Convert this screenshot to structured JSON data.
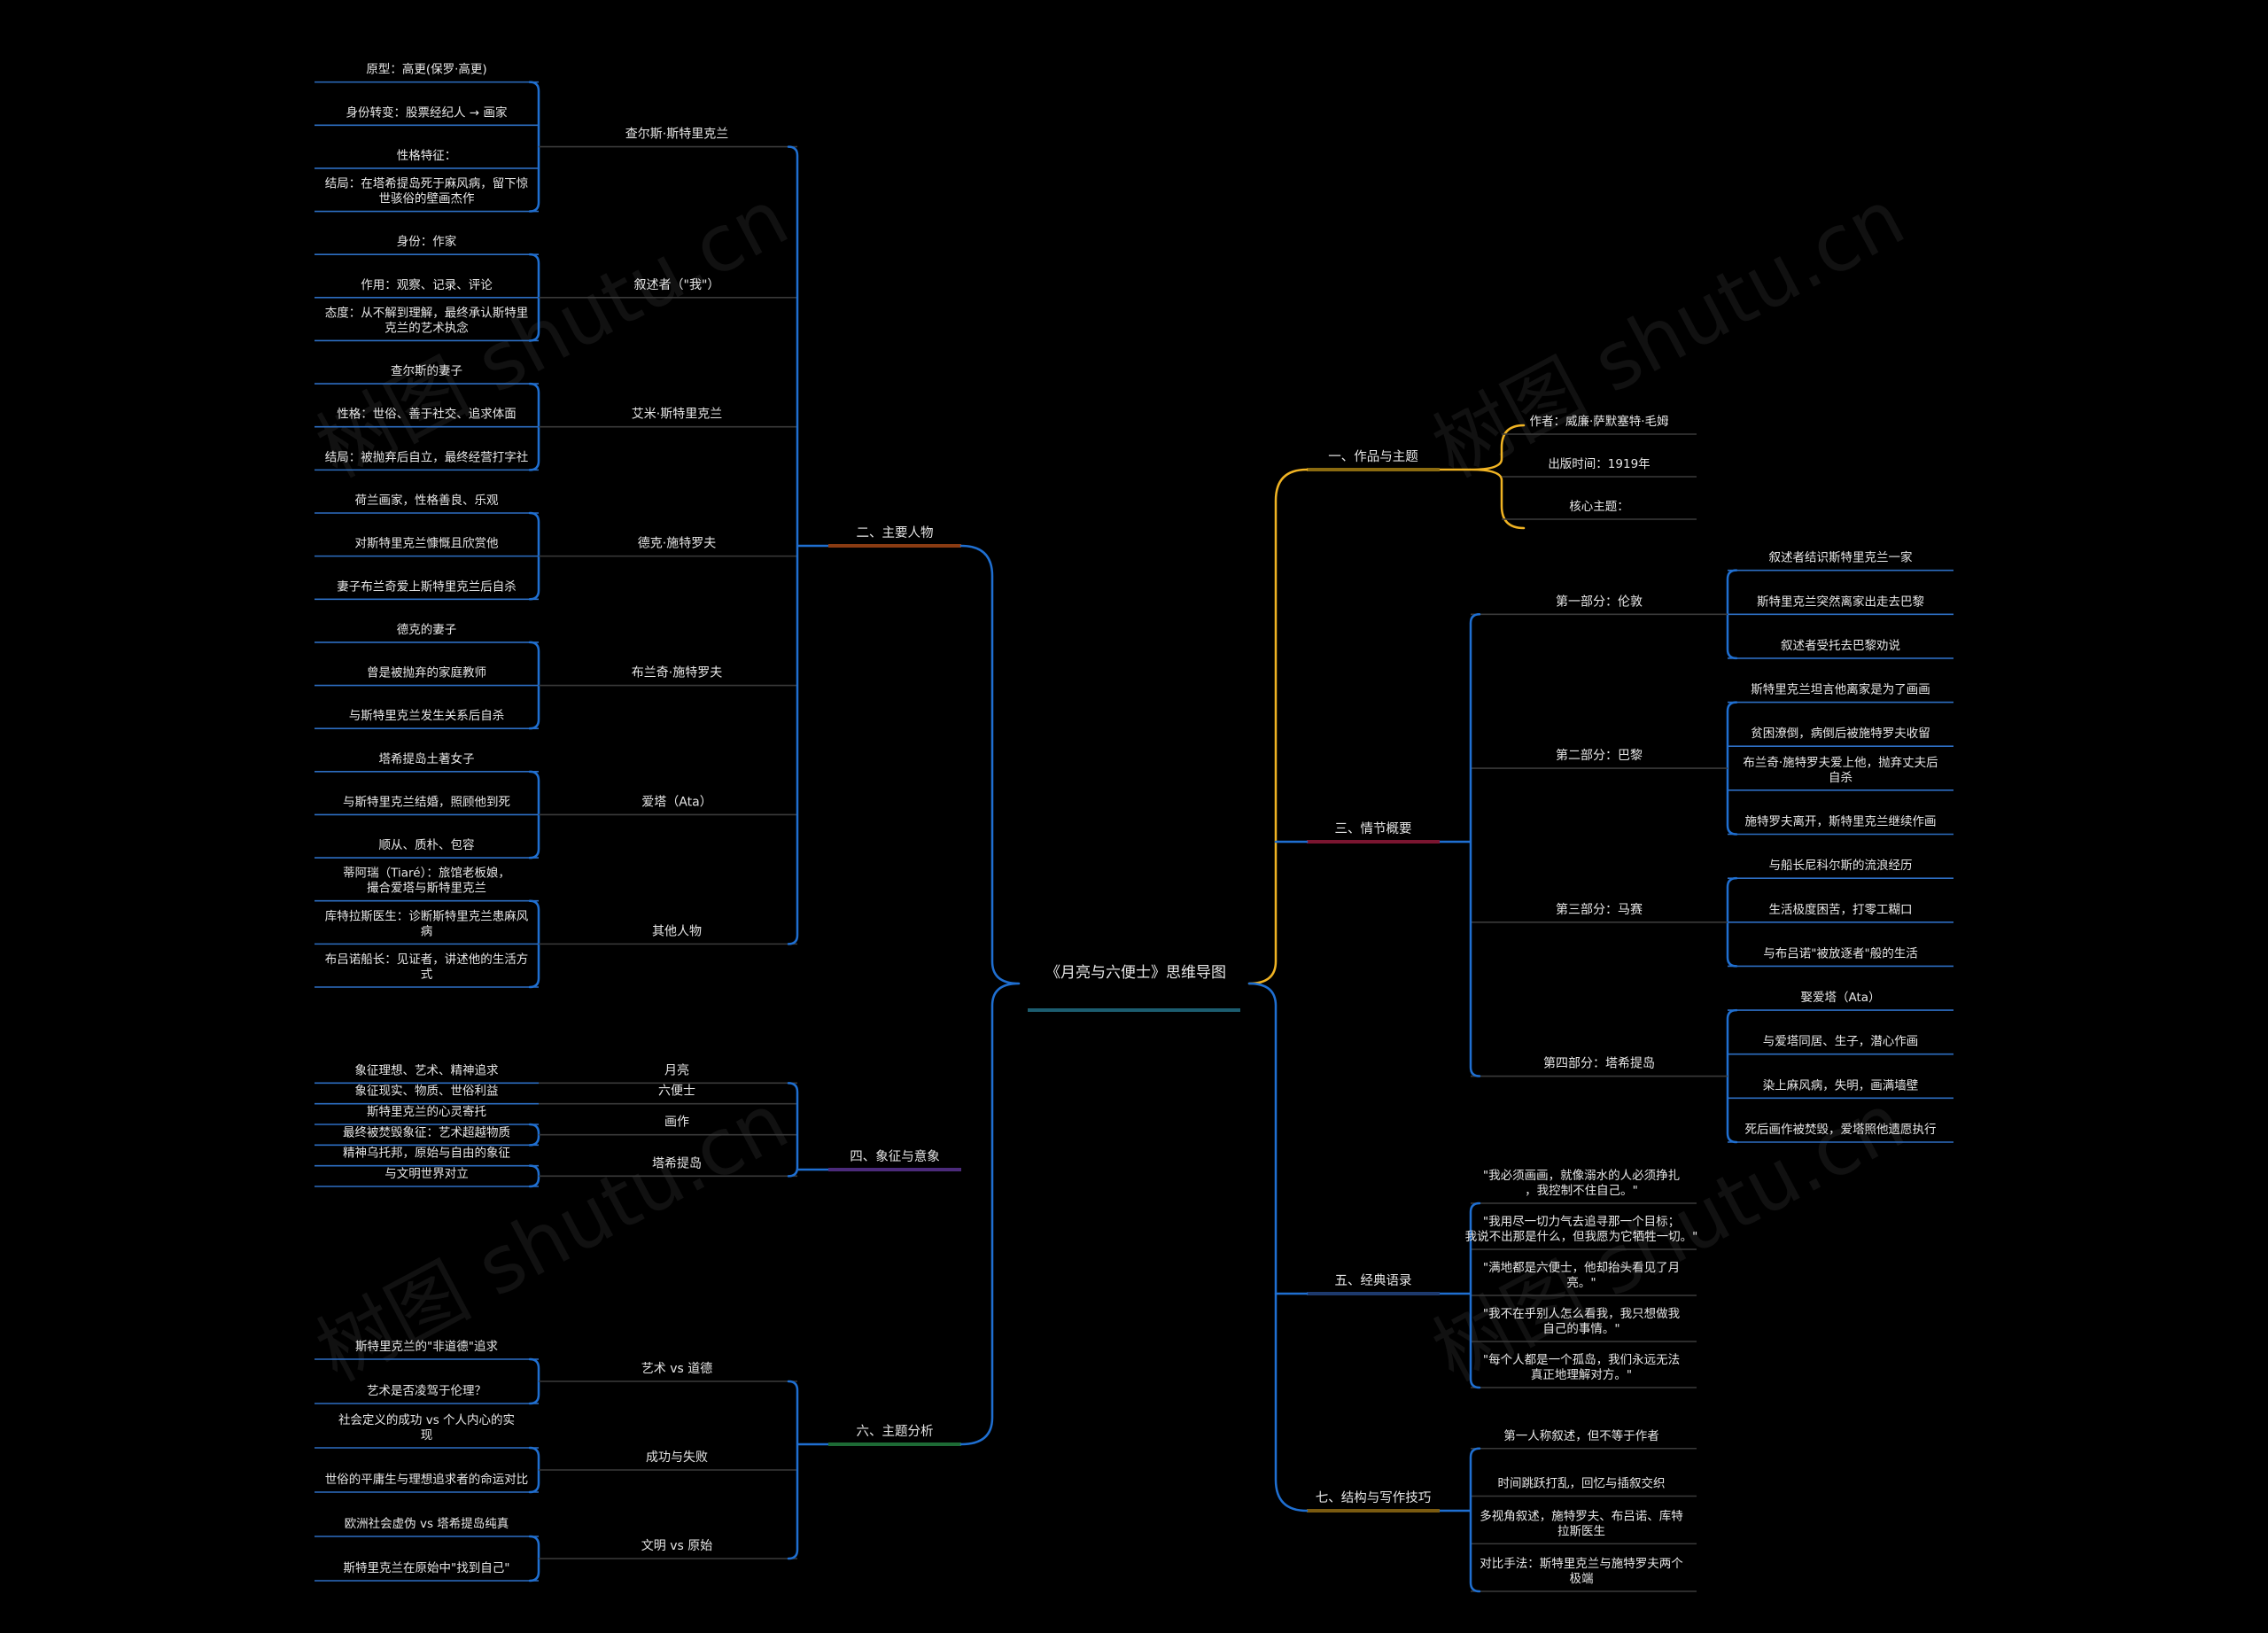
{
  "root": {
    "title": "《月亮与六便士》思维导图"
  },
  "colors": {
    "background": "#000000",
    "branch_blue": "#1f6fd1",
    "branch_yellow": "#f0b323",
    "leaf_underline": "#2d6ec2"
  },
  "watermark": "树图 shutu.cn",
  "left": [
    {
      "label": "二、主要人物",
      "underline": "#8a3b12",
      "groups": [
        {
          "label": "查尔斯·斯特里克兰",
          "leaves": [
            "原型：高更(保罗·高更)",
            "身份转变：股票经纪人 → 画家",
            "性格特征：",
            "结局：在塔希提岛死于麻风病，留下惊世骇俗的壁画杰作"
          ]
        },
        {
          "label": "叙述者（\"我\"）",
          "leaves": [
            "身份：作家",
            "作用：观察、记录、评论",
            "态度：从不解到理解，最终承认斯特里克兰的艺术执念"
          ]
        },
        {
          "label": "艾米·斯特里克兰",
          "leaves": [
            "查尔斯的妻子",
            "性格：世俗、善于社交、追求体面",
            "结局：被抛弃后自立，最终经营打字社"
          ]
        },
        {
          "label": "德克·施特罗夫",
          "leaves": [
            "荷兰画家，性格善良、乐观",
            "对斯特里克兰慷慨且欣赏他",
            "妻子布兰奇爱上斯特里克兰后自杀"
          ]
        },
        {
          "label": "布兰奇·施特罗夫",
          "leaves": [
            "德克的妻子",
            "曾是被抛弃的家庭教师",
            "与斯特里克兰发生关系后自杀"
          ]
        },
        {
          "label": "爱塔（Ata）",
          "leaves": [
            "塔希提岛土著女子",
            "与斯特里克兰结婚，照顾他到死",
            "顺从、质朴、包容"
          ]
        },
        {
          "label": "其他人物",
          "leaves": [
            "蒂阿瑞（Tiaré）：旅馆老板娘，撮合爱塔与斯特里克兰",
            "库特拉斯医生：诊断斯特里克兰患麻风病",
            "布吕诺船长：见证者，讲述他的生活方式"
          ]
        }
      ]
    },
    {
      "label": "四、象征与意象",
      "underline": "#4b2a7a",
      "groups": [
        {
          "label": "月亮",
          "leaves": [
            "象征理想、艺术、精神追求"
          ]
        },
        {
          "label": "六便士",
          "leaves": [
            "象征现实、物质、世俗利益"
          ]
        },
        {
          "label": "画作",
          "leaves": [
            "斯特里克兰的心灵寄托",
            "最终被焚毁象征：艺术超越物质"
          ]
        },
        {
          "label": "塔希提岛",
          "leaves": [
            "精神乌托邦，原始与自由的象征",
            "与文明世界对立"
          ]
        }
      ]
    },
    {
      "label": "六、主题分析",
      "underline": "#1d6b35",
      "groups": [
        {
          "label": "艺术 vs 道德",
          "leaves": [
            "斯特里克兰的\"非道德\"追求",
            "艺术是否凌驾于伦理？"
          ]
        },
        {
          "label": "成功与失败",
          "leaves": [
            "社会定义的成功 vs 个人内心的实现",
            "世俗的平庸生与理想追求者的命运对比"
          ]
        },
        {
          "label": "文明 vs 原始",
          "leaves": [
            "欧洲社会虚伪 vs 塔希提岛纯真",
            "斯特里克兰在原始中\"找到自己\""
          ]
        }
      ]
    }
  ],
  "right": [
    {
      "label": "一、作品与主题",
      "underline": "#8a6a10",
      "brace_color": "#f0b323",
      "leaves": [
        "作者：威廉·萨默塞特·毛姆",
        "出版时间：1919年",
        "核心主题："
      ]
    },
    {
      "label": "三、情节概要",
      "underline": "#7a1530",
      "groups": [
        {
          "label": "第一部分：伦敦",
          "leaves": [
            "叙述者结识斯特里克兰一家",
            "斯特里克兰突然离家出走去巴黎",
            "叙述者受托去巴黎劝说"
          ]
        },
        {
          "label": "第二部分：巴黎",
          "leaves": [
            "斯特里克兰坦言他离家是为了画画",
            "贫困潦倒，病倒后被施特罗夫收留",
            "布兰奇·施特罗夫爱上他，抛弃丈夫后自杀",
            "施特罗夫离开，斯特里克兰继续作画"
          ]
        },
        {
          "label": "第三部分：马赛",
          "leaves": [
            "与船长尼科尔斯的流浪经历",
            "生活极度困苦，打零工糊口",
            "与布吕诺\"被放逐者\"般的生活"
          ]
        },
        {
          "label": "第四部分：塔希提岛",
          "leaves": [
            "娶爱塔（Ata）",
            "与爱塔同居、生子，潜心作画",
            "染上麻风病，失明，画满墙壁",
            "死后画作被焚毁，爱塔照他遗愿执行"
          ]
        }
      ]
    },
    {
      "label": "五、经典语录",
      "underline": "#1d3a6e",
      "leaves": [
        "\"我必须画画，就像溺水的人必须挣扎，我控制不住自己。\"",
        "\"我用尽一切力气去追寻那一个目标；我说不出那是什么，但我愿为它牺牲一切。\"",
        "\"满地都是六便士，他却抬头看见了月亮。\"",
        "\"我不在乎别人怎么看我，我只想做我自己的事情。\"",
        "\"每个人都是一个孤岛，我们永远无法真正地理解对方。\""
      ]
    },
    {
      "label": "七、结构与写作技巧",
      "underline": "#7a5a10",
      "leaves": [
        "第一人称叙述，但不等于作者",
        "时间跳跃打乱，回忆与插叙交织",
        "多视角叙述，施特罗夫、布吕诺、库特拉斯医生",
        "对比手法：斯特里克兰与施特罗夫两个极端"
      ]
    }
  ]
}
